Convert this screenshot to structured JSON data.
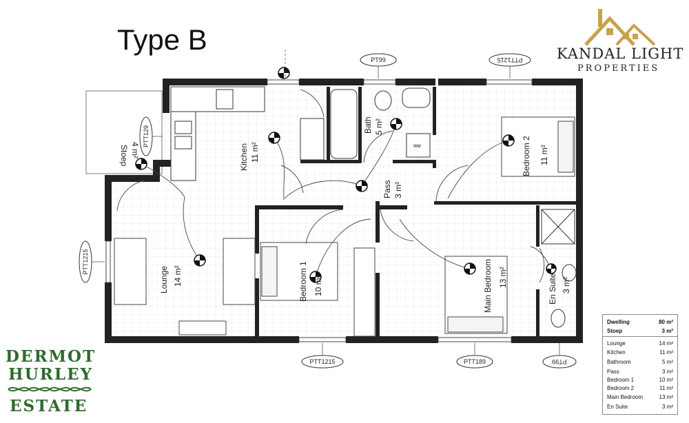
{
  "title": "Type B",
  "brand": {
    "main": "KANDAL LIGHT",
    "sub": "PROPERTIES"
  },
  "estate": {
    "line1": "DERMOT",
    "line2": "HURLEY",
    "line3": "ESTATE"
  },
  "rooms": {
    "stoep": {
      "name": "Stoep",
      "area": "4 m²"
    },
    "kitchen": {
      "name": "Kitchen",
      "area": "11 m²"
    },
    "bath": {
      "name": "Bath",
      "area": "5 m²"
    },
    "bedroom2": {
      "name": "Bedroom 2",
      "area": "11 m²"
    },
    "pass": {
      "name": "Pass",
      "area": "3 m²"
    },
    "lounge": {
      "name": "Lounge",
      "area": "14 m²"
    },
    "bedroom1": {
      "name": "Bedroom 1",
      "area": "10 m²"
    },
    "main_bedroom": {
      "name": "Main Bedroom",
      "area": "13 m²"
    },
    "en_suite": {
      "name": "En Suite",
      "area": "3 m²"
    }
  },
  "tags": {
    "pt99_top": "PT99",
    "ptt1215_top": "PTT1215",
    "ptt129": "PTT129",
    "ptt1215_left": "PTT1215",
    "ptt1215_bottom": "PTT1215",
    "ptt189": "PTT189",
    "pt99_bottom": "PT99"
  },
  "fixtures": {
    "washing_machine": "WM"
  },
  "schedule": {
    "header": [
      {
        "label": "Dwelling",
        "value": "80 m²"
      },
      {
        "label": "Stoep",
        "value": "3 m²"
      }
    ],
    "rows": [
      {
        "label": "Lounge",
        "value": "14 m²"
      },
      {
        "label": "Kitchen",
        "value": "11 m²"
      },
      {
        "label": "Bathroom",
        "value": "5 m²"
      },
      {
        "label": "Pass",
        "value": "3 m²"
      },
      {
        "label": "Bedroom 1",
        "value": "10 m²"
      },
      {
        "label": "Bedroom 2",
        "value": "11 m²"
      },
      {
        "label": "Main Bedroom",
        "value": "13 m²"
      },
      {
        "label": "En Suite",
        "value": "3 m²"
      }
    ]
  },
  "colors": {
    "wall": "#111111",
    "furniture": "#555555",
    "estate_green": "#2e6b2e",
    "logo_gold": "#c8a24a"
  }
}
